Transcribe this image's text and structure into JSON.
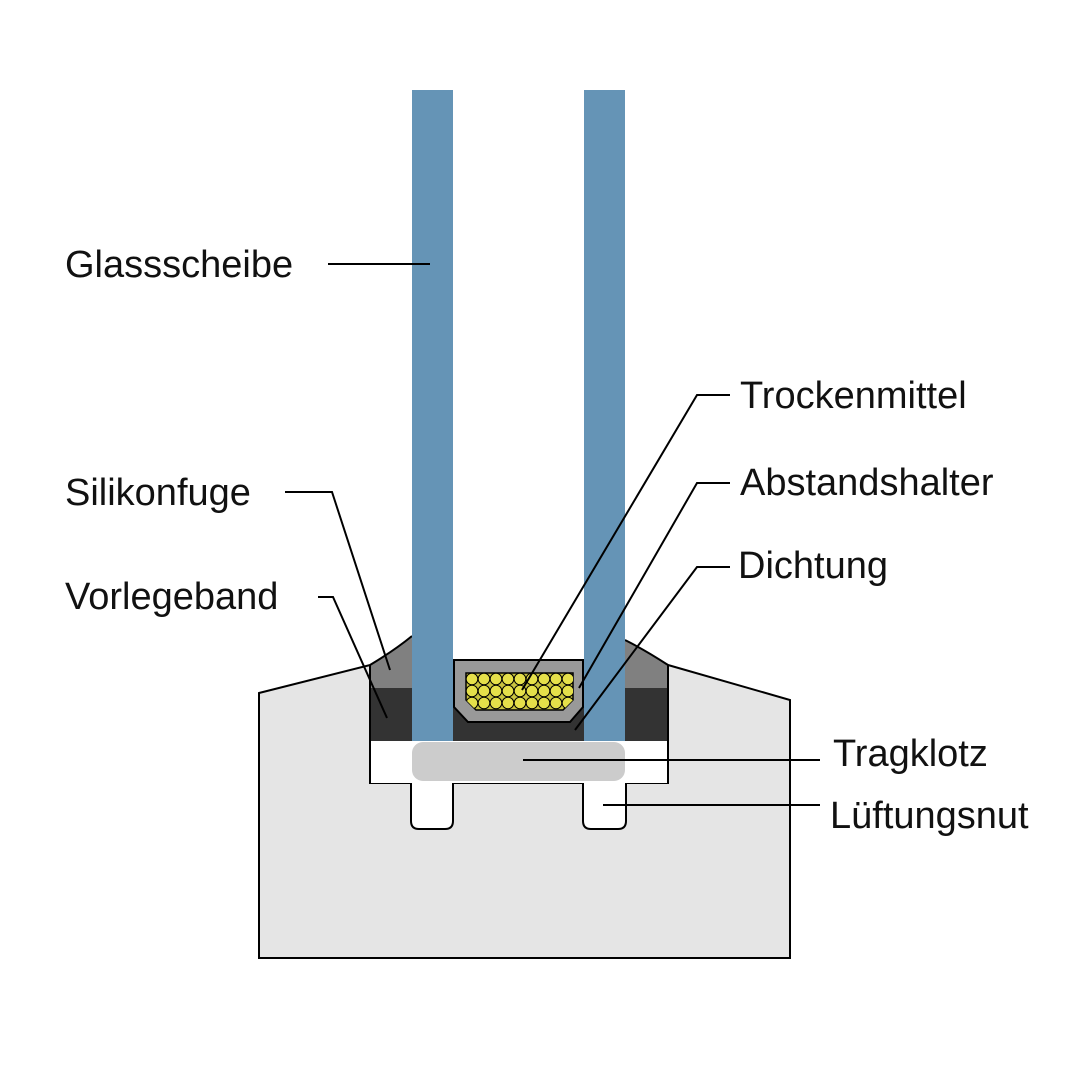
{
  "labels": {
    "glass": "Glassscheibe",
    "silicone": "Silikonfuge",
    "tape": "Vorlegeband",
    "desiccant": "Trockenmittel",
    "spacer": "Abstandshalter",
    "seal": "Dichtung",
    "block": "Tragklotz",
    "groove": "Lüftungsnut"
  },
  "colors": {
    "glass": "#6594b6",
    "frame": "#e5e5e5",
    "silicone": "#808080",
    "tape": "#333333",
    "spacer": "#999999",
    "desiccant": "#e5e04a",
    "block": "#cccccc"
  }
}
